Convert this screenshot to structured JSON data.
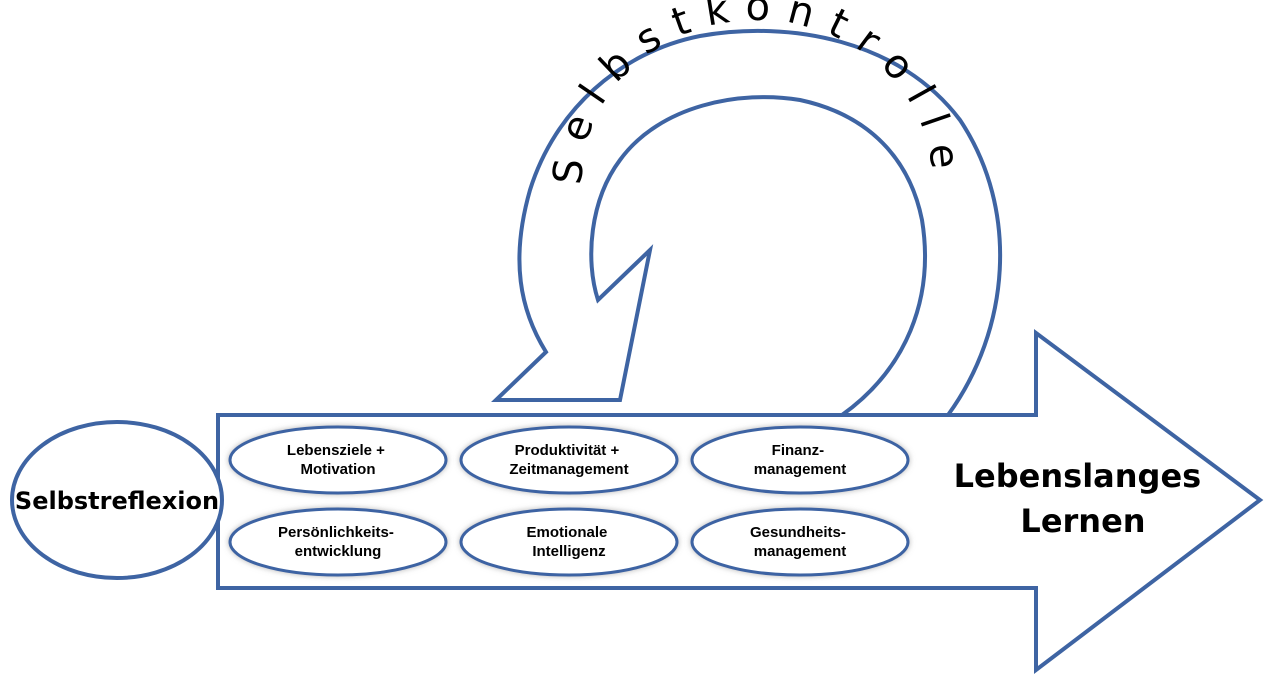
{
  "labels": {
    "left_node": "Selbstreflexion",
    "arc": "Selbstkontrolle",
    "right_line1": "Lebenslanges",
    "right_line2": "Lernen"
  },
  "pills": [
    {
      "line1": "Lebensziele +",
      "line2": "Motivation"
    },
    {
      "line1": "Produktivität +",
      "line2": "Zeitmanagement"
    },
    {
      "line1": "Finanz-",
      "line2": "management"
    },
    {
      "line1": "Persönlichkeits-",
      "line2": "entwicklung"
    },
    {
      "line1": "Emotionale",
      "line2": "Intelligenz"
    },
    {
      "line1": "Gesundheits-",
      "line2": "management"
    }
  ],
  "colors": {
    "stroke": "#3e64a3",
    "fill": "#ffffff",
    "text": "#000000"
  }
}
